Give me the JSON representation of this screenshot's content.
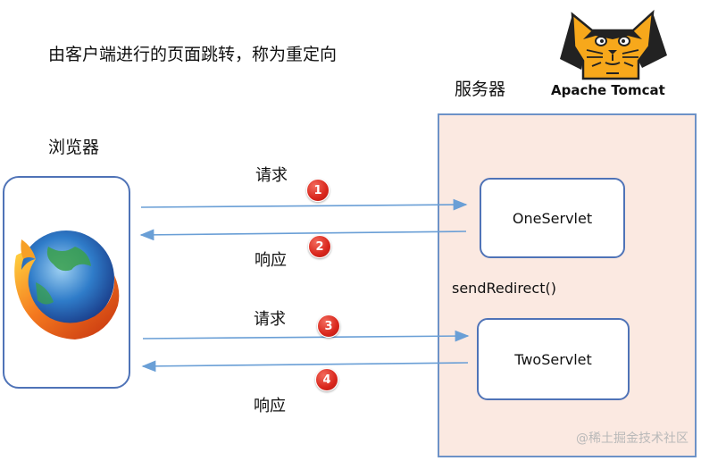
{
  "title": "由客户端进行的页面跳转，称为重定向",
  "server": {
    "label": "服务器",
    "logo_text": "Apache Tomcat",
    "servlets": [
      "OneServlet",
      "TwoServlet"
    ],
    "method": "sendRedirect()"
  },
  "browser": {
    "label": "浏览器"
  },
  "steps": [
    {
      "number": "1",
      "label": "请求"
    },
    {
      "number": "2",
      "label": "响应"
    },
    {
      "number": "3",
      "label": "请求"
    },
    {
      "number": "4",
      "label": "响应"
    }
  ],
  "watermark": "@稀土掘金技术社区",
  "colors": {
    "box_border": "#4f73b7",
    "server_bg": "#fbe9e1",
    "arrow": "#6a9fd6",
    "badge": "#d9261c"
  },
  "icons": {
    "logo": "tomcat-cat-icon",
    "browser": "firefox-icon"
  }
}
